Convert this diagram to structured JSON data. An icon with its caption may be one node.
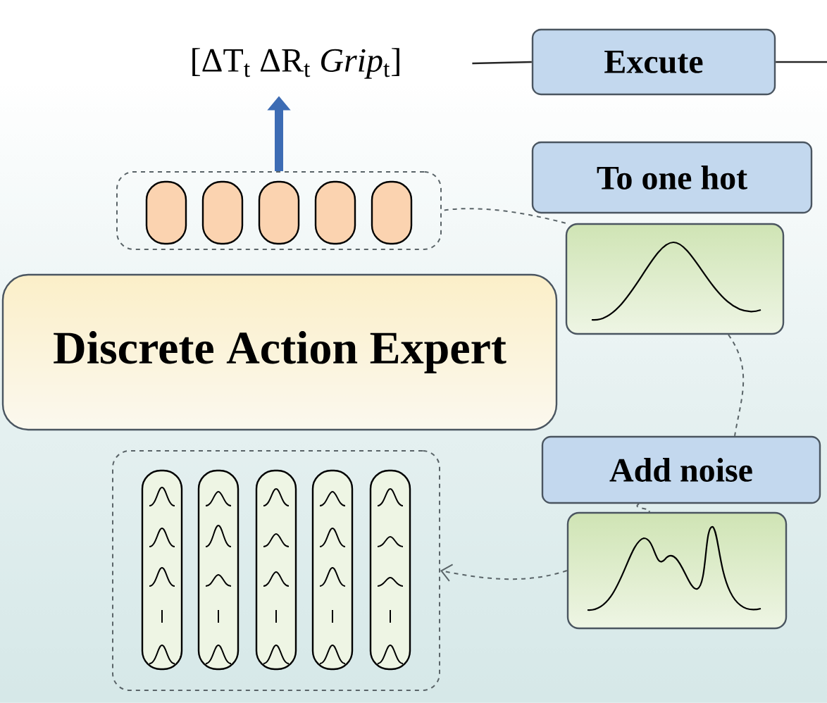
{
  "diagram": {
    "nodes": [
      {
        "text": [
          "[ΔT$_{t}$ ΔR$_{t}$ *Grip*$_{t}$]"
        ]
      },
      {
        "text": [
          "Excute"
        ]
      },
      {
        "text": [],
        "shape": "box"
      },
      {
        "text": [
          "To one hot"
        ]
      },
      {
        "text": [],
        "shape": "box"
      },
      {
        "text": [
          "Discrete Action Expert"
        ]
      },
      {
        "text": [
          "Add noise"
        ]
      },
      {
        "text": [],
        "shape": "box"
      },
      {
        "text": [],
        "shape": "box"
      }
    ],
    "edges": [
      {
        "from": 0,
        "to": 1,
        "arrow": "none"
      },
      {
        "from": 1,
        "to": null,
        "arrow": "none"
      },
      {
        "from": 2,
        "to": 0,
        "arrow": "to",
        "style": "thick",
        "color": "#3d6cb4"
      },
      {
        "from": 4,
        "to": 2,
        "arrow": "none",
        "style": "dashed"
      },
      {
        "from": 4,
        "to": 6,
        "arrow": "none",
        "style": "dashed"
      },
      {
        "from": 6,
        "to": 7,
        "arrow": "none",
        "style": "dashed"
      },
      {
        "from": 7,
        "to": 8,
        "arrow": "to",
        "style": "dashed"
      }
    ]
  }
}
